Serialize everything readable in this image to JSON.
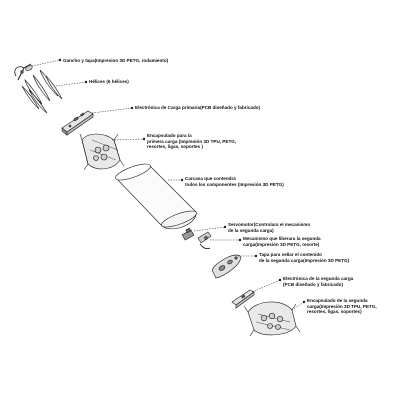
{
  "labels": {
    "hook": "Gancho y tapa(Impresion 3D PETG, rodamiento)",
    "propellers": "Hélices (6 hélices)",
    "pcb_primary": "Electrónica de Carga primaria(PCB diseñado y fabricado)",
    "capsule_primary_1": "Encapsulado para la",
    "capsule_primary_2": "primera carga (Impresión 3D TPU, PETG,",
    "capsule_primary_3": "resortes, ligas, soportes )",
    "housing_1": "Carcasa que contendrá",
    "housing_2": "todos los componentes (Impresión 3D PETG)",
    "servo_1": "Servomotor(Controlara el mecanismo",
    "servo_2": "de la segunda carga)",
    "mechanism_1": "Mecanismo que liberara la segunda",
    "mechanism_2": "carga(Impresión 3D PETG, resorte)",
    "lid_1": "Tapa para sellar el contenido",
    "lid_2": "de la segunda carga(Impresión 3D PETG)",
    "pcb_secondary_1": "Electrónica de la segunda carga",
    "pcb_secondary_2": "(PCB diseñado y fabricado)",
    "capsule_secondary_1": "Encapsulado de la segunda",
    "capsule_secondary_2": "carga(Impresión 3D TPU, PETG,",
    "capsule_secondary_3": "resortes, ligas, soportes)"
  },
  "colors": {
    "stroke": "#1a1a1a",
    "fill_light": "#f2f2f2",
    "fill_mid": "#cfcfcf",
    "fill_dark": "#6e6e6e"
  }
}
